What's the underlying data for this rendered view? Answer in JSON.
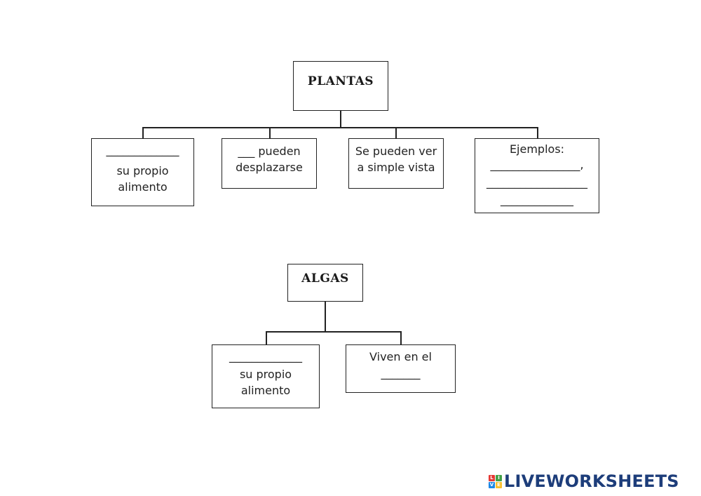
{
  "plantas": {
    "title": "PLANTAS",
    "box1": {
      "blank": "_____________",
      "line1": "su propio",
      "line2": "alimento"
    },
    "box2": {
      "line1": "___ pueden",
      "line2": "desplazarse"
    },
    "box3": {
      "line1": "Se pueden ver",
      "line2": "a simple vista"
    },
    "box4": {
      "line1": "Ejemplos:",
      "line2": "________________,",
      "line3": "__________________",
      "line4": "_____________"
    }
  },
  "algas": {
    "title": "ALGAS",
    "box1": {
      "blank": "_____________",
      "line1": "su propio",
      "line2": "alimento"
    },
    "box2": {
      "line1": "Viven en el",
      "line2": "_______"
    }
  },
  "brand": {
    "name": "LIVEWORKSHEETS",
    "logo_letters": [
      "L",
      "I",
      "V",
      "E"
    ],
    "logo_colors": [
      "#e53935",
      "#43a047",
      "#1e88e5",
      "#fbc02d"
    ],
    "text_color": "#1d3d7a"
  }
}
